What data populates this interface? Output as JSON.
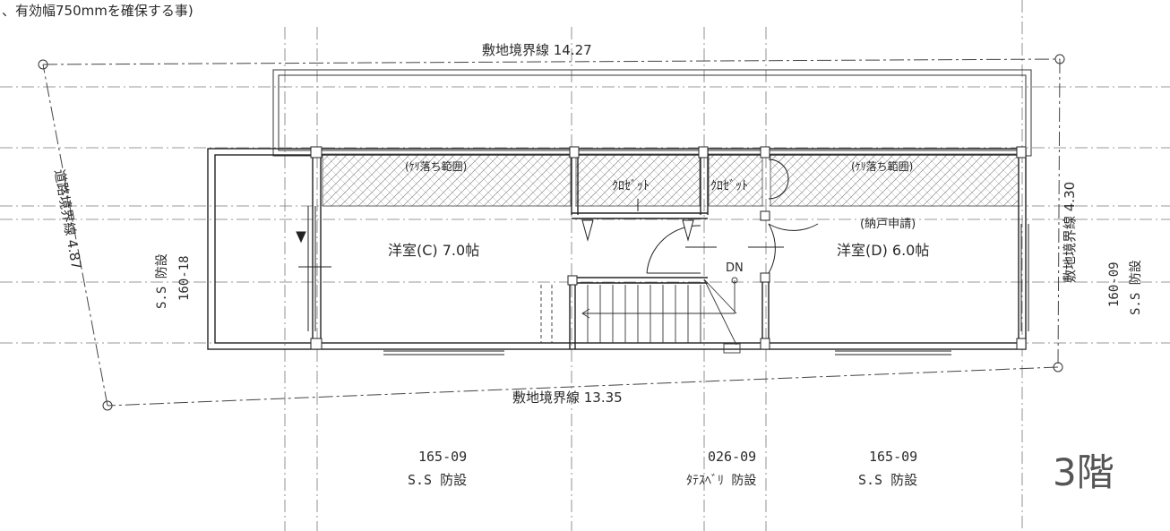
{
  "note_top": "、有効幅750mmを確保する事)",
  "boundary": {
    "top": "敷地境界線 14.27",
    "bottom": "敷地境界線 13.35",
    "right": "敷地境界線 4.30",
    "left": "道路境界線 4.87"
  },
  "rooms": {
    "room_c": "洋室(C) 7.0帖",
    "room_d": "洋室(D) 6.0帖",
    "closet_1": "ｸﾛｾﾞｯﾄ",
    "closet_2": "ｸﾛｾﾞｯﾄ",
    "fall_range_1": "(ｹﾘ落ち範囲)",
    "fall_range_2": "(ｹﾘ落ち範囲)",
    "nando_note": "(納戸申請)",
    "stairs_dn": "DN"
  },
  "fire_equipment": {
    "left_code": "160-18",
    "left_type": "S.S 防設",
    "right_code": "160-09",
    "right_type": "S.S 防設",
    "bottom_left_code": "165-09",
    "bottom_left_type": "S.S 防設",
    "bottom_center_code": "026-09",
    "bottom_center_type": "ﾀﾃｽﾍﾞﾘ 防設",
    "bottom_right_code": "165-09",
    "bottom_right_type": "S.S 防設"
  },
  "floor_label": "3階"
}
